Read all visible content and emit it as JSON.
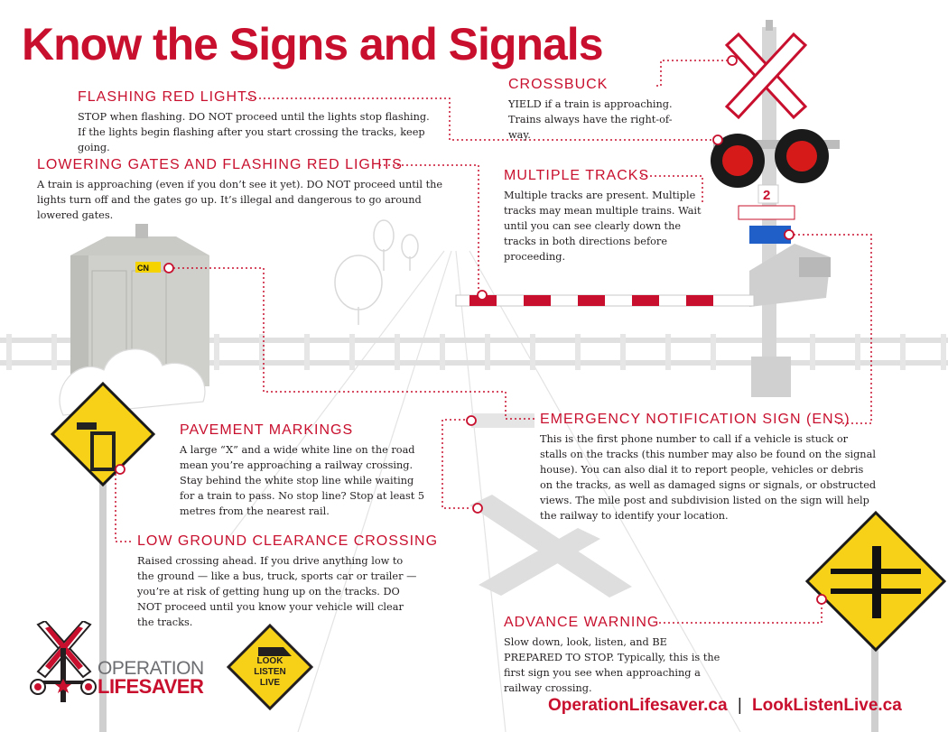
{
  "title": "Know the Signs and Signals",
  "sections": {
    "flashing_red_lights": {
      "heading": "FLASHING RED LIGHTS",
      "body": "STOP when flashing. DO NOT proceed until the lights stop flashing. If the lights begin flashing after you start crossing the tracks, keep going."
    },
    "lowering_gates": {
      "heading": "LOWERING GATES AND FLASHING RED LIGHTS",
      "body": "A train is approaching (even if you don’t see it yet). DO NOT proceed until the lights turn off and the gates go up. It’s illegal and dangerous to go around lowered gates."
    },
    "crossbuck": {
      "heading": "CROSSBUCK",
      "body": "YIELD if a train is approaching. Trains always have the right-of-way."
    },
    "multiple_tracks": {
      "heading": "MULTIPLE TRACKS",
      "body": "Multiple tracks are present. Multiple tracks may mean multiple trains. Wait until you can see clearly down the tracks in both directions before proceeding."
    },
    "pavement_markings": {
      "heading": "PAVEMENT MARKINGS",
      "body": "A large “X” and a wide white line on the road mean you’re approaching a railway crossing. Stay behind the white stop line while waiting for a train to pass. No stop line? Stop at least 5 metres from the nearest rail."
    },
    "low_ground_clearance": {
      "heading": "LOW GROUND CLEARANCE CROSSING",
      "body": "Raised crossing ahead. If you drive anything low to the ground — like a bus, truck, sports car or trailer — you’re at risk of getting hung up on the tracks. DO NOT proceed until you know your vehicle will clear the tracks."
    },
    "ens": {
      "heading": "EMERGENCY NOTIFICATION SIGN (ENS)",
      "body": "This is the first phone number to call if a vehicle is stuck or stalls on the tracks (this number may also be found on the signal house). You can also dial it to report people, vehicles or debris on the tracks, as well as damaged signs or signals, or obstructed views. The mile post and subdivision listed on the sign will help the railway to identify your location."
    },
    "advance_warning": {
      "heading": "ADVANCE WARNING",
      "body": "Slow down, look, listen, and BE PREPARED TO STOP. Typically, this is the first sign you see when approaching a railway crossing."
    }
  },
  "signal_house_label": "CN",
  "track_count_label": "2",
  "logos": {
    "operation": "OPERATION",
    "lifesaver": "LIFESAVER",
    "look": "LOOK",
    "listen": "LISTEN",
    "live": "LIVE"
  },
  "footer": {
    "site1": "OperationLifesaver.ca",
    "separator": "|",
    "site2": "LookListenLive.ca"
  },
  "colors": {
    "brand_red": "#c8102e",
    "sign_yellow": "#f7d117",
    "track_grey": "#dcdcdc"
  }
}
